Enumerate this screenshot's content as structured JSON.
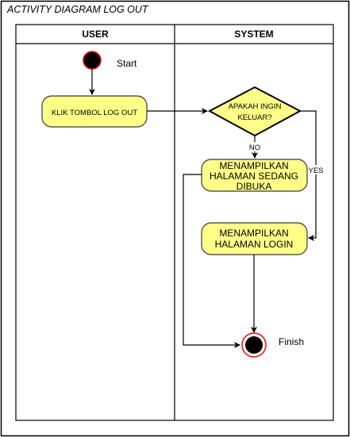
{
  "diagram": {
    "title": "ACTIVITY DIAGRAM LOG OUT",
    "lanes": {
      "user": "USER",
      "system": "SYSTEM"
    },
    "start_label": "Start",
    "finish_label": "Finish",
    "action_logout": "KLIK TOMBOL LOG OUT",
    "decision": {
      "line1": "APAKAH INGIN",
      "line2": "KELUAR?"
    },
    "edge_no": "NO",
    "edge_yes": "YES",
    "action_current": {
      "line1": "MENAMPILKAN",
      "line2": "HALAMAN SEDANG",
      "line3": "DIBUKA"
    },
    "action_login": {
      "line1": "MENAMPILKAN",
      "line2": "HALAMAN LOGIN"
    }
  },
  "colors": {
    "action_fill": "#FFFF88",
    "action_stroke": "#36393D",
    "initial_fill": "#000000",
    "final_ring": "#FF0000",
    "line": "#000000"
  }
}
